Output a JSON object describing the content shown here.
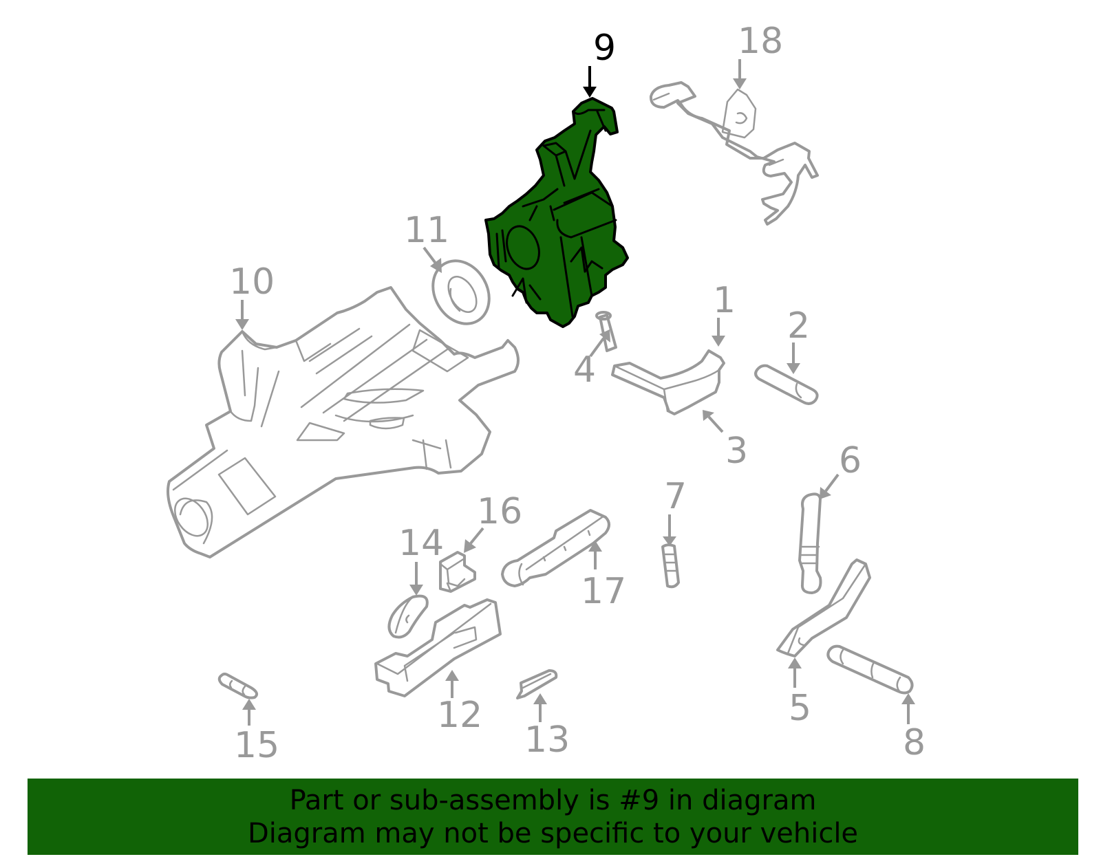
{
  "diagram": {
    "highlighted_part": "9",
    "highlight_color": "#116306",
    "callout_color": "#999999",
    "callouts": [
      {
        "id": "1",
        "label": "1"
      },
      {
        "id": "2",
        "label": "2"
      },
      {
        "id": "3",
        "label": "3"
      },
      {
        "id": "4",
        "label": "4"
      },
      {
        "id": "5",
        "label": "5"
      },
      {
        "id": "6",
        "label": "6"
      },
      {
        "id": "7",
        "label": "7"
      },
      {
        "id": "8",
        "label": "8"
      },
      {
        "id": "9",
        "label": "9"
      },
      {
        "id": "10",
        "label": "10"
      },
      {
        "id": "11",
        "label": "11"
      },
      {
        "id": "12",
        "label": "12"
      },
      {
        "id": "13",
        "label": "13"
      },
      {
        "id": "14",
        "label": "14"
      },
      {
        "id": "15",
        "label": "15"
      },
      {
        "id": "16",
        "label": "16"
      },
      {
        "id": "17",
        "label": "17"
      },
      {
        "id": "18",
        "label": "18"
      }
    ]
  },
  "banner": {
    "line1": "Part or sub-assembly is #9 in diagram",
    "line2": "Diagram may not be specific to your vehicle",
    "background": "#116306"
  }
}
